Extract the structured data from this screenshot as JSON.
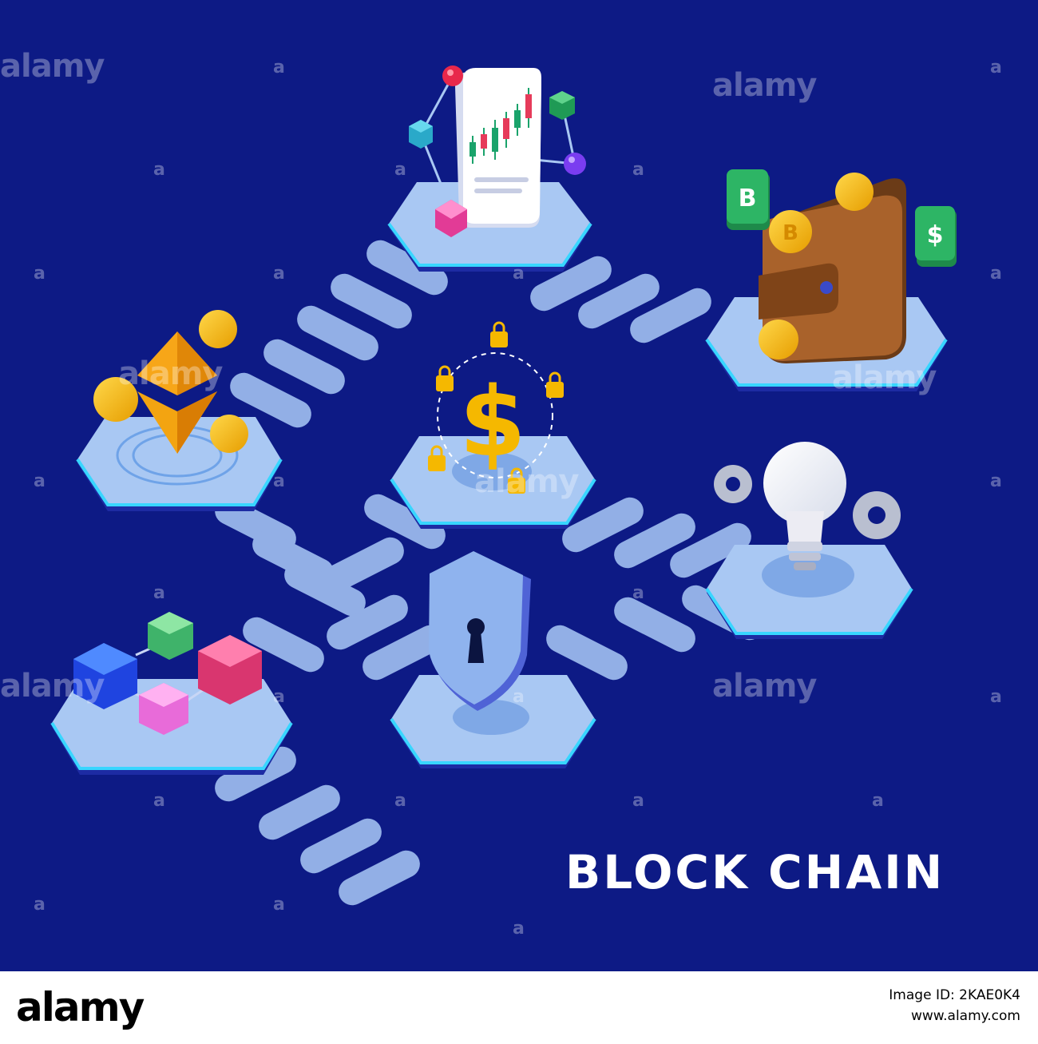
{
  "title": "BLOCK CHAIN",
  "watermark": {
    "text": "alamy",
    "mark": "a"
  },
  "footer": {
    "logo": "alamy",
    "image_id_line": "Image ID: 2KAE0K4",
    "site": "www.alamy.com"
  },
  "badges": {
    "bitcoin": "B",
    "dollar": "$",
    "coin": "B"
  },
  "colors": {
    "background": "#0d1a85",
    "platform": "#a9c8f3",
    "step": "#9fbdef",
    "glow": "#38d6ff",
    "coin": "#f5b800"
  },
  "icons": [
    "candlestick-chart-icon",
    "wallet-icon",
    "ethereum-icon",
    "dollar-lock-icon",
    "lightbulb-icon",
    "gear-icon",
    "shield-lock-icon",
    "blocks-icon"
  ]
}
